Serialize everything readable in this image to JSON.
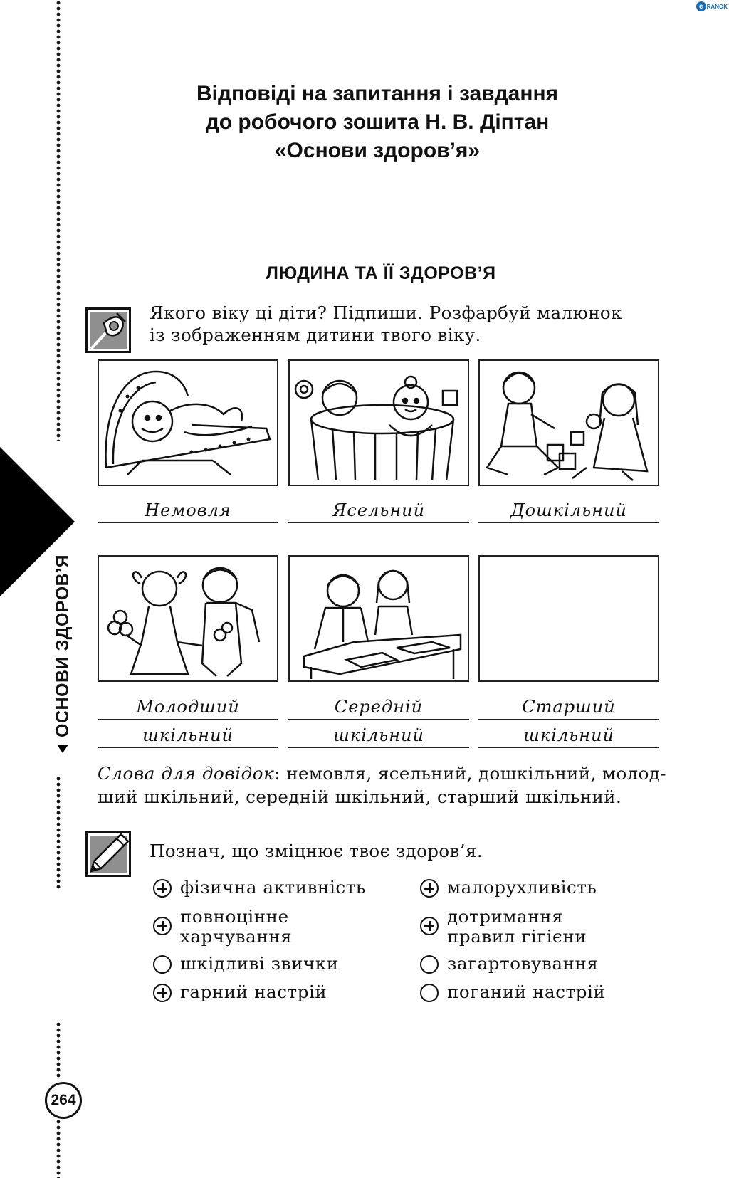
{
  "publisher_logo": "RANOK",
  "title_lines": [
    "Відповіді на запитання і завдання",
    "до робочого зошита Н. В. Діптан",
    "«Основи здоров’я»"
  ],
  "section_title": "ЛЮДИНА ТА ЇЇ ЗДОРОВ’Я",
  "task1": {
    "icon": "draw-pen-icon",
    "lines": [
      "Якого віку ці діти? Підпиши. Розфарбуй малюнок",
      "із зображенням дитини твого віку."
    ]
  },
  "pictures": [
    {
      "icon": "baby-in-stroller-picture",
      "label_lines": [
        "Немовля"
      ]
    },
    {
      "icon": "toddlers-in-playpen-picture",
      "label_lines": [
        "Ясельний"
      ]
    },
    {
      "icon": "preschool-children-playing-picture",
      "label_lines": [
        "Дошкільний"
      ]
    },
    {
      "icon": "first-graders-with-flowers-picture",
      "label_lines": [
        "Молодший",
        "шкільний"
      ]
    },
    {
      "icon": "pupils-at-desk-picture",
      "label_lines": [
        "Середній",
        "шкільний"
      ]
    },
    {
      "icon": "empty-frame",
      "label_lines": [
        "Старший",
        "шкільний"
      ]
    }
  ],
  "reference": {
    "label": "Слова для довідок",
    "text": ": немовля, ясельний, дошкільний, молод-",
    "text2": "ший шкільний, середній шкільний, старший шкільний."
  },
  "task2": {
    "icon": "pencil-icon",
    "prompt": "Познач, що зміцнює твоє здоров’я.",
    "options": [
      {
        "lines": [
          "фізична активність"
        ],
        "checked": true
      },
      {
        "lines": [
          "малорухливість"
        ],
        "checked": true
      },
      {
        "lines": [
          "повноцінне",
          "харчування"
        ],
        "checked": true
      },
      {
        "lines": [
          "дотримання",
          "правил гігієни"
        ],
        "checked": true
      },
      {
        "lines": [
          "шкідливі звички"
        ],
        "checked": false
      },
      {
        "lines": [
          "загартовування"
        ],
        "checked": false
      },
      {
        "lines": [
          "гарний настрій"
        ],
        "checked": true
      },
      {
        "lines": [
          "поганий настрій"
        ],
        "checked": false
      }
    ]
  },
  "side_label": "ОСНОВИ ЗДОРОВ’Я",
  "page_number": "264"
}
